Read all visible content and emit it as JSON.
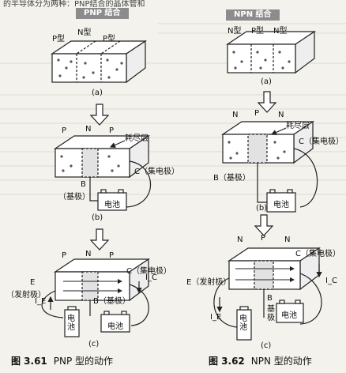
{
  "top_text": "的半导体分为两种：PNP结合的晶体管和",
  "left": {
    "tag": "PNP 结合",
    "panel_a": {
      "labels": [
        "P型",
        "N型",
        "P型"
      ],
      "sub": "(a)"
    },
    "panel_b": {
      "labels": [
        "P",
        "N",
        "P"
      ],
      "depletion": "耗尽层",
      "collector": "C（集电极）",
      "base": "B",
      "base_paren": "（基极）",
      "battery": "电池",
      "sub": "(b)"
    },
    "panel_c": {
      "labels": [
        "P",
        "N",
        "P"
      ],
      "collector": "C（集电极）",
      "emitter": "E",
      "emitter_paren": "（发射极）",
      "ie": "I_E",
      "ic": "I_C",
      "base": "B（基极）",
      "battery1": "电池",
      "battery2": "电池",
      "sub": "(c)"
    },
    "caption_num": "图 3.61",
    "caption_text": "PNP 型的动作"
  },
  "right": {
    "tag": "NPN 结合",
    "panel_a": {
      "labels": [
        "N型",
        "P型",
        "N型"
      ],
      "sub": "(a)"
    },
    "panel_b": {
      "labels": [
        "N",
        "P",
        "N"
      ],
      "depletion": "耗尽层",
      "collector": "C（集电极）",
      "base": "B（基极）",
      "battery": "电池",
      "sub": "(b)"
    },
    "panel_c": {
      "labels": [
        "N",
        "P",
        "N"
      ],
      "collector": "C（集电极）",
      "emitter": "E（发射极）",
      "ie": "I_E",
      "ic": "I_C",
      "base_letter": "B",
      "base_vertical": "基极",
      "battery1": "电池",
      "battery2": "电池",
      "sub": "(c)"
    },
    "caption_num": "图 3.62",
    "caption_text": "NPN 型的动作"
  }
}
